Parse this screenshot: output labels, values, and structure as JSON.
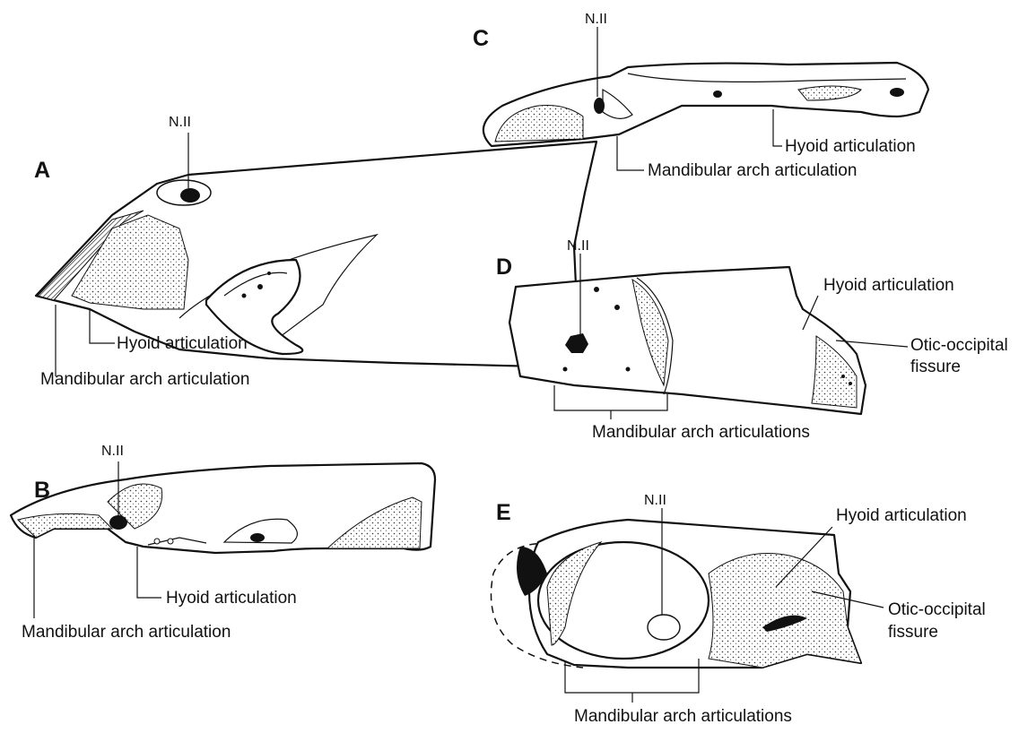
{
  "panels": {
    "A": {
      "letter": "A",
      "optic_nerve": "N.II",
      "labels": [
        "Hyoid articulation",
        "Mandibular arch articulation"
      ]
    },
    "B": {
      "letter": "B",
      "optic_nerve": "N.II",
      "labels": [
        "Hyoid articulation",
        "Mandibular arch articulation"
      ]
    },
    "C": {
      "letter": "C",
      "optic_nerve": "N.II",
      "labels": [
        "Hyoid articulation",
        "Mandibular arch articulation"
      ]
    },
    "D": {
      "letter": "D",
      "optic_nerve": "N.II",
      "labels": [
        "Hyoid articulation",
        "Otic-occipital",
        "fissure",
        "Mandibular arch articulations"
      ]
    },
    "E": {
      "letter": "E",
      "optic_nerve": "N.II",
      "labels": [
        "Hyoid articulation",
        "Otic-occipital",
        "fissure",
        "Mandibular arch articulations"
      ]
    }
  }
}
